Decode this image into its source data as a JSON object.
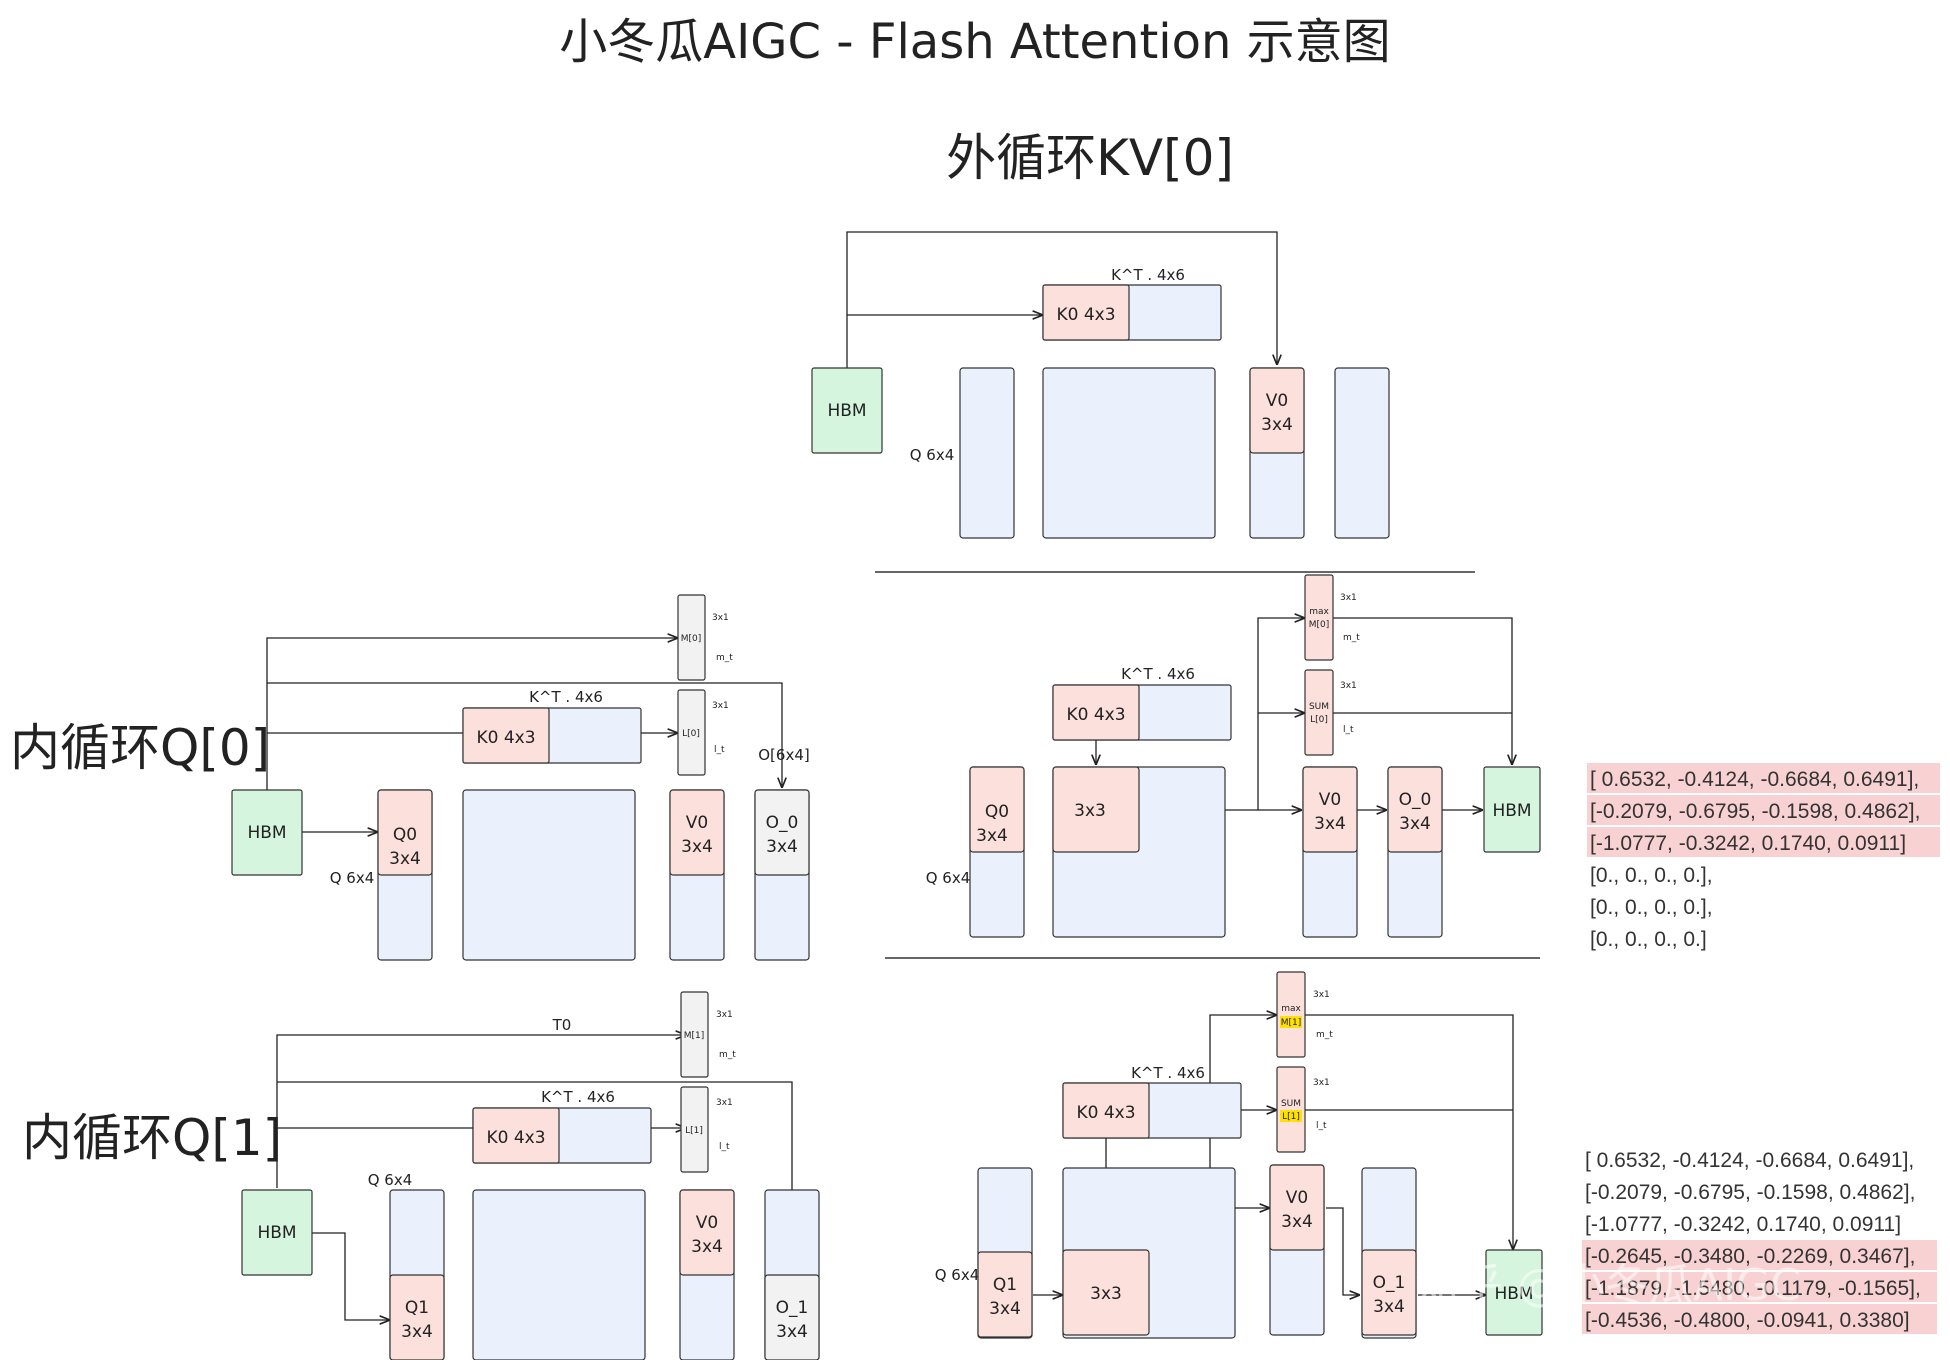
{
  "title": "小冬瓜AIGC - Flash Attention 示意图",
  "sections": {
    "outer": "外循环KV[0]",
    "inner0": "内循环Q[0]",
    "inner1": "内循环Q[1]"
  },
  "labels": {
    "hbm": "HBM",
    "q": "Q 6x4",
    "k0": "K0 4x3",
    "kt": "K^T . 4x6",
    "v0": "V0",
    "dim34": "3x4",
    "dim33": "3x3",
    "dim31": "3x1",
    "q0": "Q0",
    "q1": "Q1",
    "o0": "O_0",
    "o1": "O_1",
    "o6x4": "O[6x4]",
    "m0": "M[0]",
    "l0": "L[0]",
    "m1": "M[1]",
    "l1": "L[1]",
    "mt": "m_t",
    "lt": "l_t",
    "max": "max",
    "sum": "SUM",
    "t0": "T0"
  },
  "matrix1": [
    "[ 0.6532, -0.4124, -0.6684,  0.6491],",
    "[-0.2079, -0.6795, -0.1598,  0.4862],",
    "[-1.0777, -0.3242,  0.1740,  0.0911]",
    "[0., 0., 0., 0.],",
    "[0., 0., 0., 0.],",
    "[0., 0., 0., 0.]"
  ],
  "matrix2": [
    "[ 0.6532, -0.4124, -0.6684,  0.6491],",
    "[-0.2079, -0.6795, -0.1598,  0.4862],",
    "[-1.0777, -0.3242,  0.1740,  0.0911]",
    "[-0.2645, -0.3480, -0.2269,  0.3467],",
    "[-1.1879, -1.5480, -0.1179, -0.1565],",
    "[-0.4536, -0.4800, -0.0941,  0.3380]"
  ],
  "watermark": "知乎 @小冬瓜AIGC",
  "colors": {
    "hbm": "#d6f5df",
    "block": "#fbe0dc",
    "matrix": "#eaf1fc",
    "stat": "#f2f2f2",
    "highlight_row": "#f8d2d2",
    "highlight_label": "#ffe000"
  }
}
